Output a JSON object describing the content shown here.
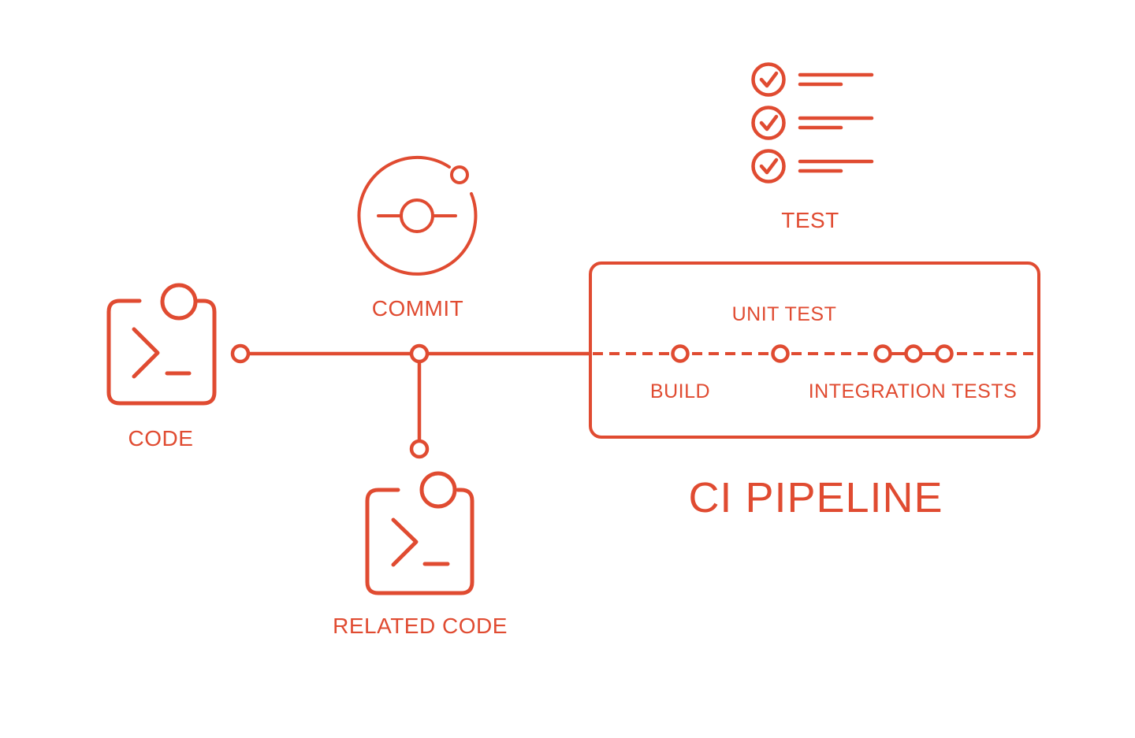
{
  "colors": {
    "accent": "#E04B31",
    "background": "#FFFFFF"
  },
  "diagram": {
    "title": "CI PIPELINE",
    "labels": {
      "code": "CODE",
      "commit": "COMMIT",
      "related_code": "RELATED CODE",
      "test": "TEST",
      "unit_test": "UNIT TEST",
      "build": "BUILD",
      "integration_tests": "INTEGRATION TESTS"
    },
    "icons": {
      "code": "terminal-window-icon",
      "related_code": "terminal-window-icon",
      "commit": "git-commit-icon",
      "test": "checklist-icon",
      "pipeline_nodes": "stage-node-circles"
    },
    "flow_order": [
      "CODE",
      "COMMIT",
      "CI PIPELINE"
    ],
    "pipeline_stage_order": [
      "BUILD",
      "UNIT TEST",
      "INTEGRATION TESTS"
    ]
  }
}
